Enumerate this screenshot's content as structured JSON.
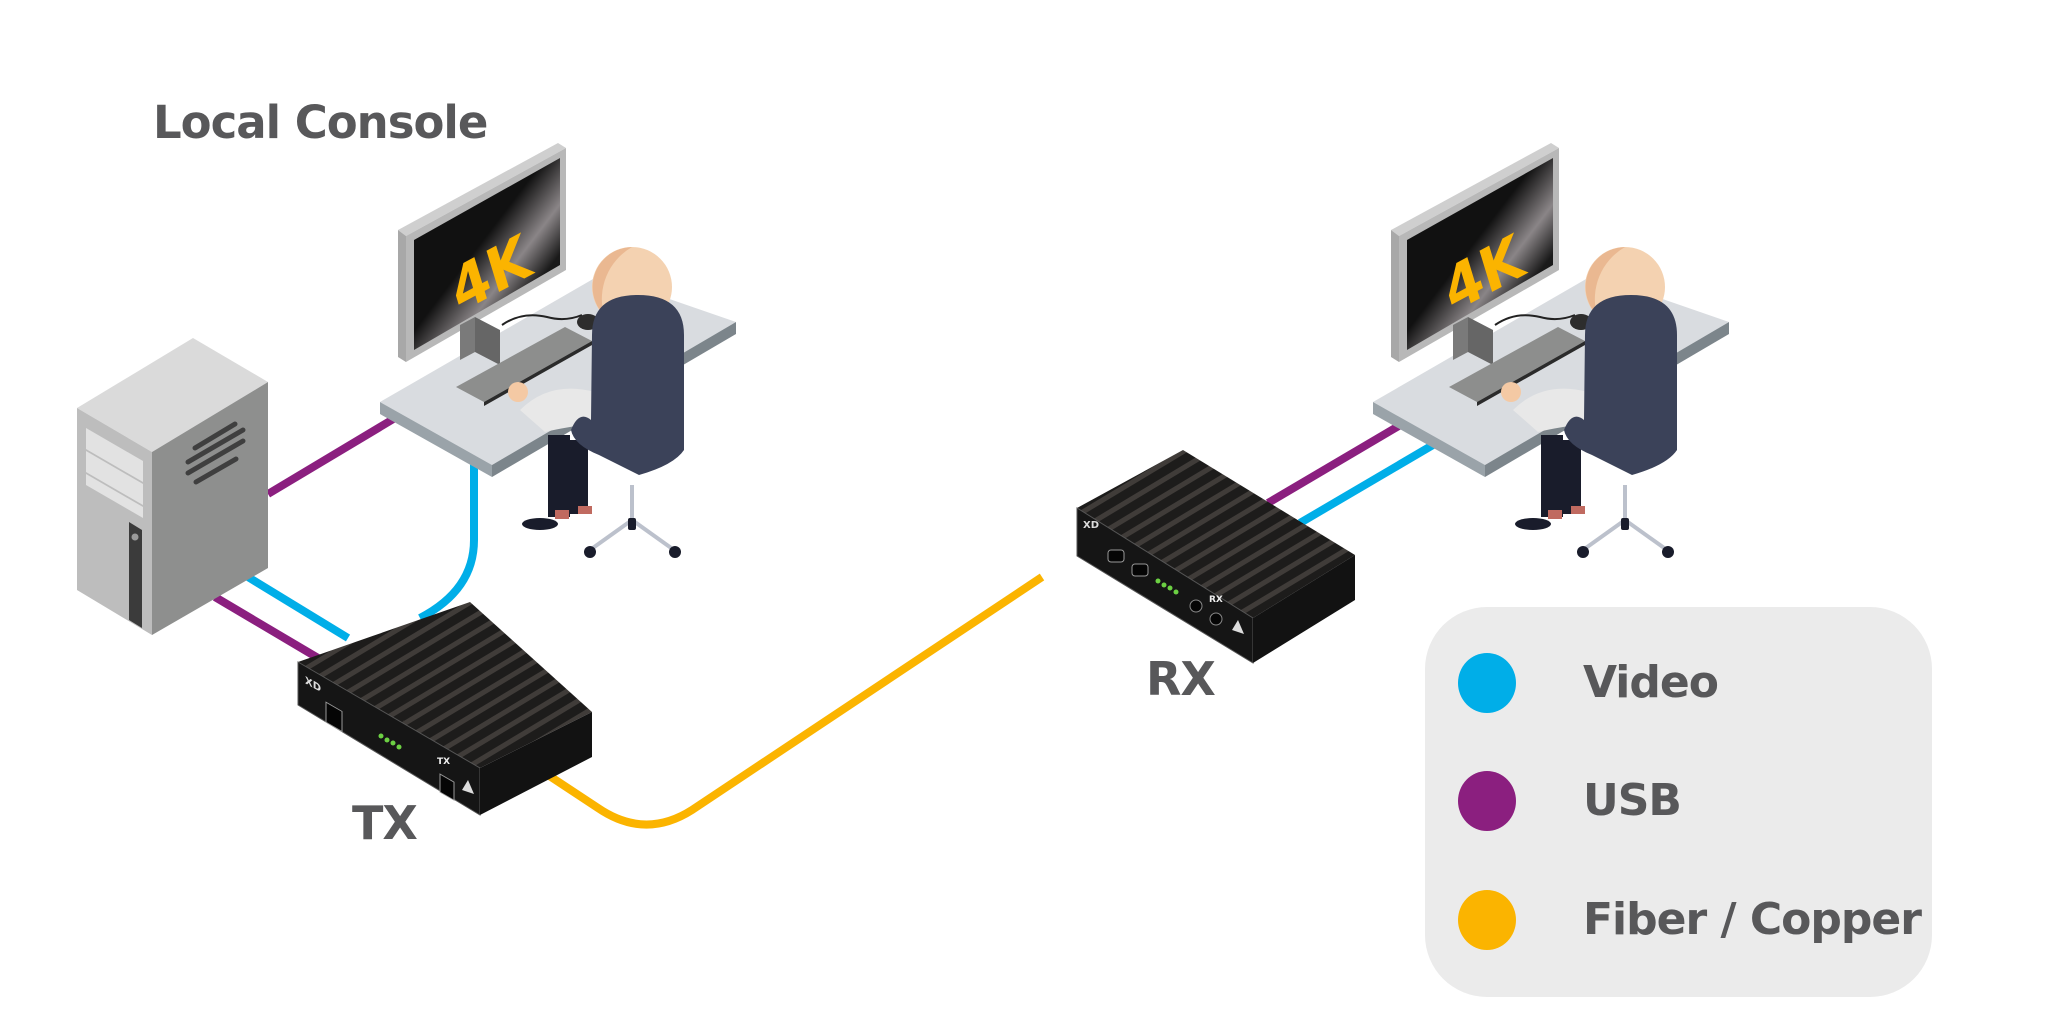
{
  "title": "Local Console",
  "devices": {
    "tx": {
      "label": "TX",
      "badge": "TX",
      "brand": "XD"
    },
    "rx": {
      "label": "RX",
      "badge": "RX",
      "brand": "XD"
    }
  },
  "workstations": [
    {
      "screen_text": "4K"
    },
    {
      "screen_text": "4K"
    }
  ],
  "legend": {
    "items": [
      {
        "label": "Video",
        "color": "#00aee8"
      },
      {
        "label": "USB",
        "color": "#8b1f7f"
      },
      {
        "label": "Fiber / Copper",
        "color": "#fbb400"
      }
    ]
  },
  "colors": {
    "video": "#00aee8",
    "usb": "#8b1f7f",
    "fiber": "#fbb400",
    "text": "#58585a",
    "legend_bg": "#ebebeb"
  }
}
